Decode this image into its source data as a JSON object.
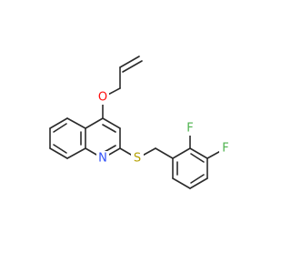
{
  "molecule": {
    "atoms": {
      "oxygen": {
        "symbol": "O",
        "color": "#ff0d0d"
      },
      "nitrogen": {
        "symbol": "N",
        "color": "#3050f8"
      },
      "sulfur": {
        "symbol": "S",
        "color": "#b5a000"
      },
      "fluorine_2": {
        "symbol": "F",
        "color": "#4db34d"
      },
      "fluorine_3": {
        "symbol": "F",
        "color": "#4db34d"
      }
    },
    "bond_color": "#2b2b2b"
  }
}
